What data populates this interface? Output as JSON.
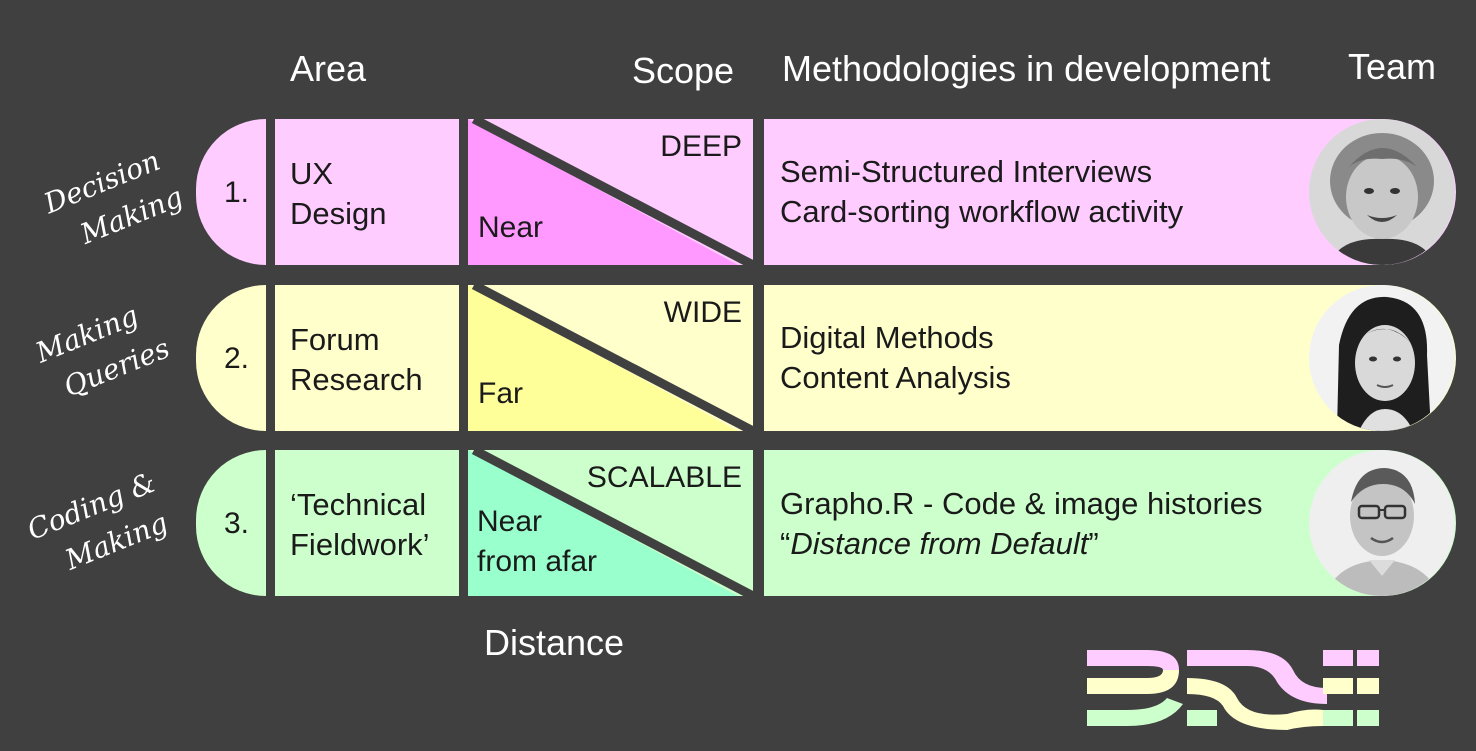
{
  "headers": {
    "area": "Area",
    "scope": "Scope",
    "methodologies": "Methodologies in development",
    "team": "Team",
    "distance": "Distance"
  },
  "side_labels": [
    {
      "line1": "Decision",
      "line2": "Making"
    },
    {
      "line1": "Making",
      "line2": "Queries"
    },
    {
      "line1": "Coding &",
      "line2": "Making"
    }
  ],
  "rows": [
    {
      "number": "1.",
      "area_line1": "UX",
      "area_line2": "Design",
      "scope_top": "DEEP",
      "scope_bottom_line1": "Near",
      "scope_bottom_line2": "",
      "method_line1": "Semi-Structured Interviews",
      "method_line2": "Card-sorting workflow activity",
      "colors": {
        "light": "#ffccff",
        "strong": "#ff99ff"
      }
    },
    {
      "number": "2.",
      "area_line1": "Forum",
      "area_line2": "Research",
      "scope_top": "WIDE",
      "scope_bottom_line1": "Far",
      "scope_bottom_line2": "",
      "method_line1": "Digital Methods",
      "method_line2": "Content Analysis",
      "colors": {
        "light": "#ffffcc",
        "strong": "#ffff99"
      }
    },
    {
      "number": "3.",
      "area_line1": "‘Technical",
      "area_line2": "Fieldwork’",
      "scope_top": "SCALABLE",
      "scope_bottom_line1": "Near",
      "scope_bottom_line2": "from afar",
      "method_line1": "Grapho.R - Code & image histories",
      "method_line2_open": "“",
      "method_line2_italic": "Distance from Default",
      "method_line2_close": "”",
      "colors": {
        "light": "#ccffcc",
        "strong": "#99ffcc"
      }
    }
  ],
  "logo": {
    "colors": [
      "#ffccff",
      "#ffffcc",
      "#ccffcc"
    ]
  }
}
